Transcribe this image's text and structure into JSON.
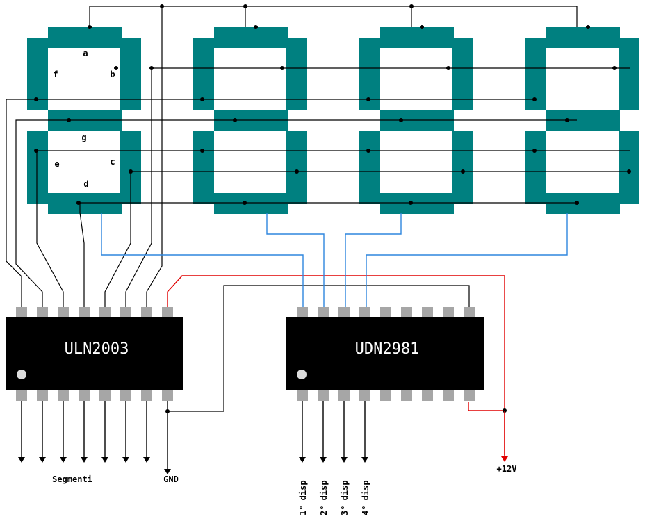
{
  "chips": {
    "driver_low": "ULN2003",
    "driver_high": "UDN2981"
  },
  "segment_letters": {
    "a": "a",
    "b": "b",
    "c": "c",
    "d": "d",
    "e": "e",
    "f": "f",
    "g": "g"
  },
  "labels": {
    "segments": "Segmenti",
    "gnd": "GND",
    "supply": "+12V",
    "disp": [
      "1° disp",
      "2° disp",
      "3° disp",
      "4° disp"
    ]
  },
  "colors": {
    "segment": "#008080",
    "chip_body": "#000000",
    "chip_pin": "#a6a6a6",
    "anode_wire": "#2e86de",
    "supply_wire": "#e00000",
    "wire": "#000000"
  }
}
